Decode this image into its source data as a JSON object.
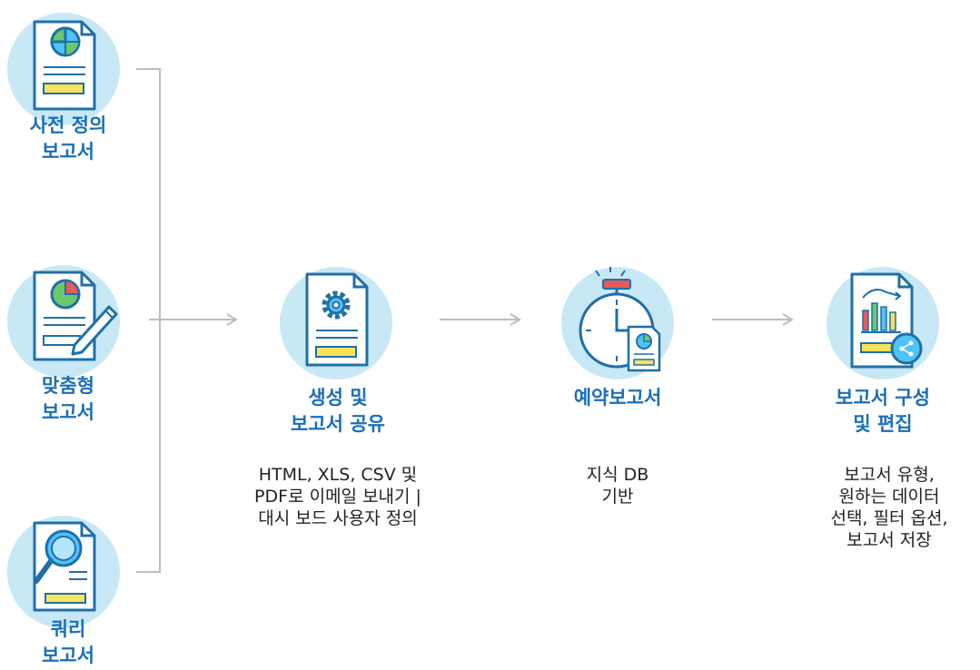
{
  "sources": [
    {
      "title": "사전 정의\n보고서",
      "icon": "pie-chart-document-icon"
    },
    {
      "title": "맞춤형\n보고서",
      "icon": "document-edit-pen-icon"
    },
    {
      "title": "쿼리\n보고서",
      "icon": "document-magnifier-icon"
    }
  ],
  "steps": [
    {
      "title": "생성 및\n보고서 공유",
      "desc": "HTML, XLS, CSV 및\nPDF로 이메일 보내기 |\n대시 보드 사용자 정의",
      "icon": "document-gear-icon"
    },
    {
      "title": "예약보고서",
      "desc": "지식 DB\n기반",
      "icon": "stopwatch-document-icon"
    },
    {
      "title": "보고서  구성\n및 편집",
      "desc": "보고서 유형,\n원하는 데이터\n선택, 필터 옵션,\n보고서 저장",
      "icon": "bar-chart-share-document-icon"
    }
  ],
  "colors": {
    "title": "#1a6fb8",
    "circle": "#c8e8f5",
    "icon_line": "#1f6fa8",
    "yellow": "#f7e45a",
    "red": "#e65a5a",
    "green": "#6cc86c",
    "cyan": "#4fc3f7"
  }
}
